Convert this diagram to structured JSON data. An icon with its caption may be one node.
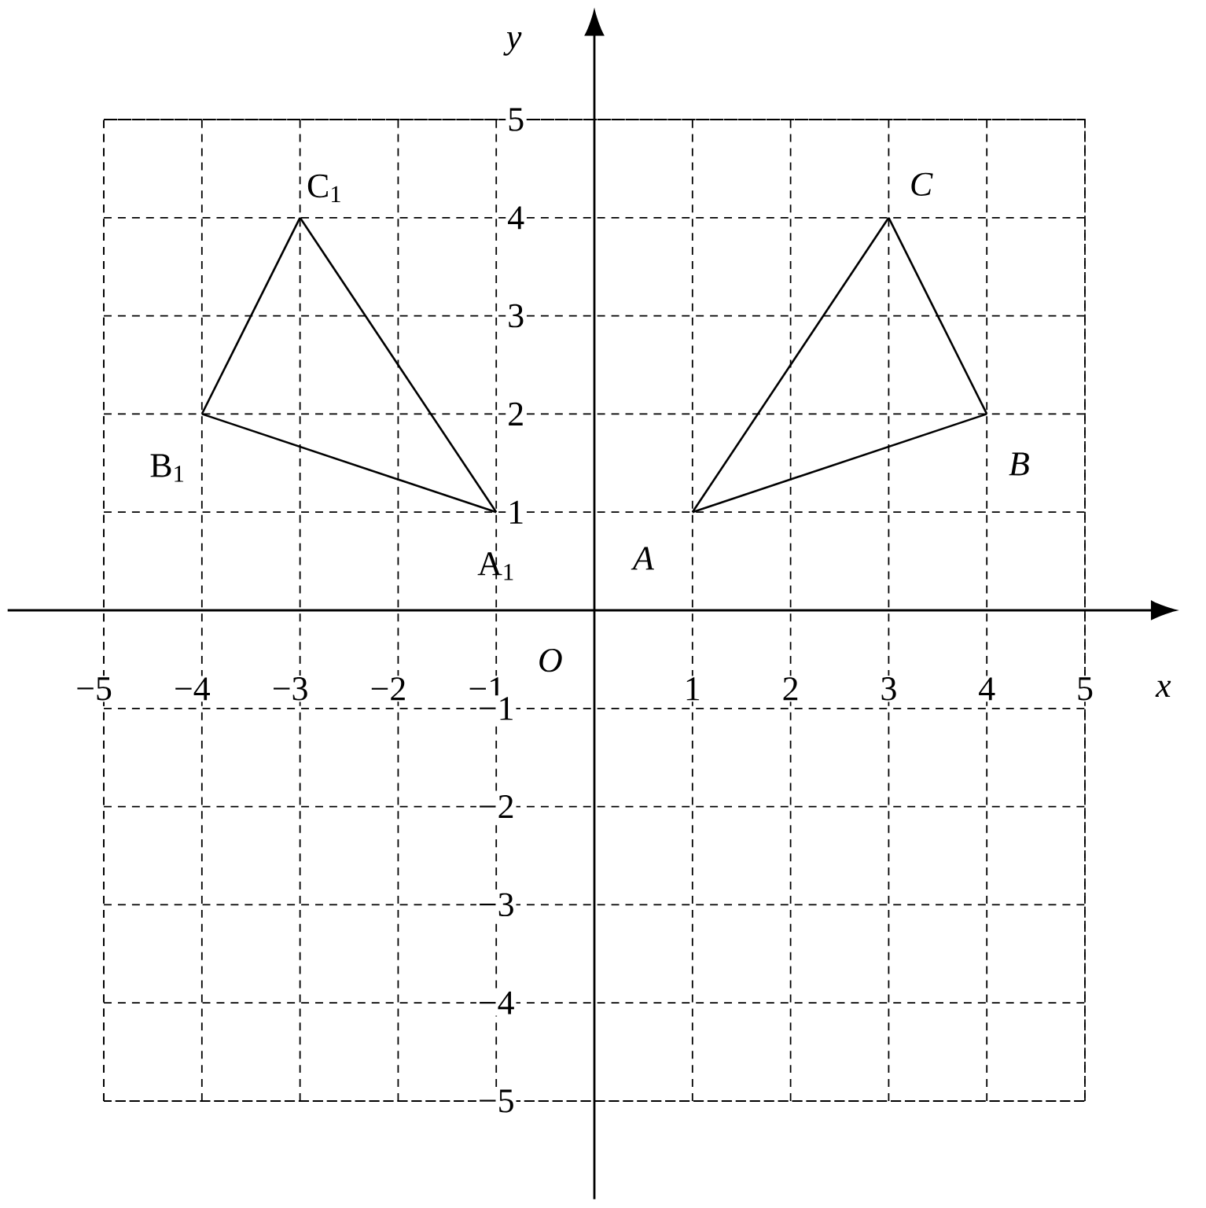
{
  "diagram": {
    "nodes": [
      {
        "text": [
          "A"
        ]
      },
      {
        "text": [
          "B"
        ]
      },
      {
        "text": [
          "C"
        ]
      },
      {
        "text": [
          "A$_{1}$"
        ]
      },
      {
        "text": [
          "B$_{1}$"
        ]
      },
      {
        "text": [
          "C$_{1}$"
        ]
      }
    ],
    "edges": [
      {
        "from": 0,
        "to": 1,
        "arrow": "none"
      },
      {
        "from": 1,
        "to": 2,
        "arrow": "none"
      },
      {
        "from": 2,
        "to": 0,
        "arrow": "none"
      },
      {
        "from": 3,
        "to": 4,
        "arrow": "none"
      },
      {
        "from": 4,
        "to": 5,
        "arrow": "none"
      },
      {
        "from": 5,
        "to": 3,
        "arrow": "none"
      }
    ],
    "labels": [
      "y",
      "5",
      "4",
      "3",
      "2",
      "1",
      "O",
      "x",
      "−5",
      "−4",
      "−3",
      "−2",
      "−1",
      "1",
      "2",
      "3",
      "4",
      "5",
      "−1",
      "−2",
      "−3",
      "−4",
      "−5"
    ]
  }
}
